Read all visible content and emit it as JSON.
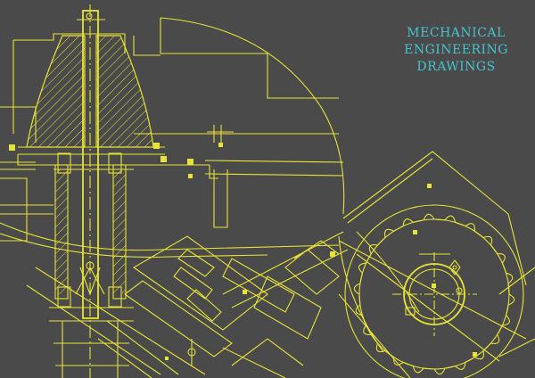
{
  "title": {
    "line1": "MECHANICAL",
    "line2": "ENGINEERING",
    "line3": "DRAWINGS"
  },
  "colors": {
    "background": "#4a4a4a",
    "lines": "#e8e337",
    "title": "#45c3d0"
  }
}
